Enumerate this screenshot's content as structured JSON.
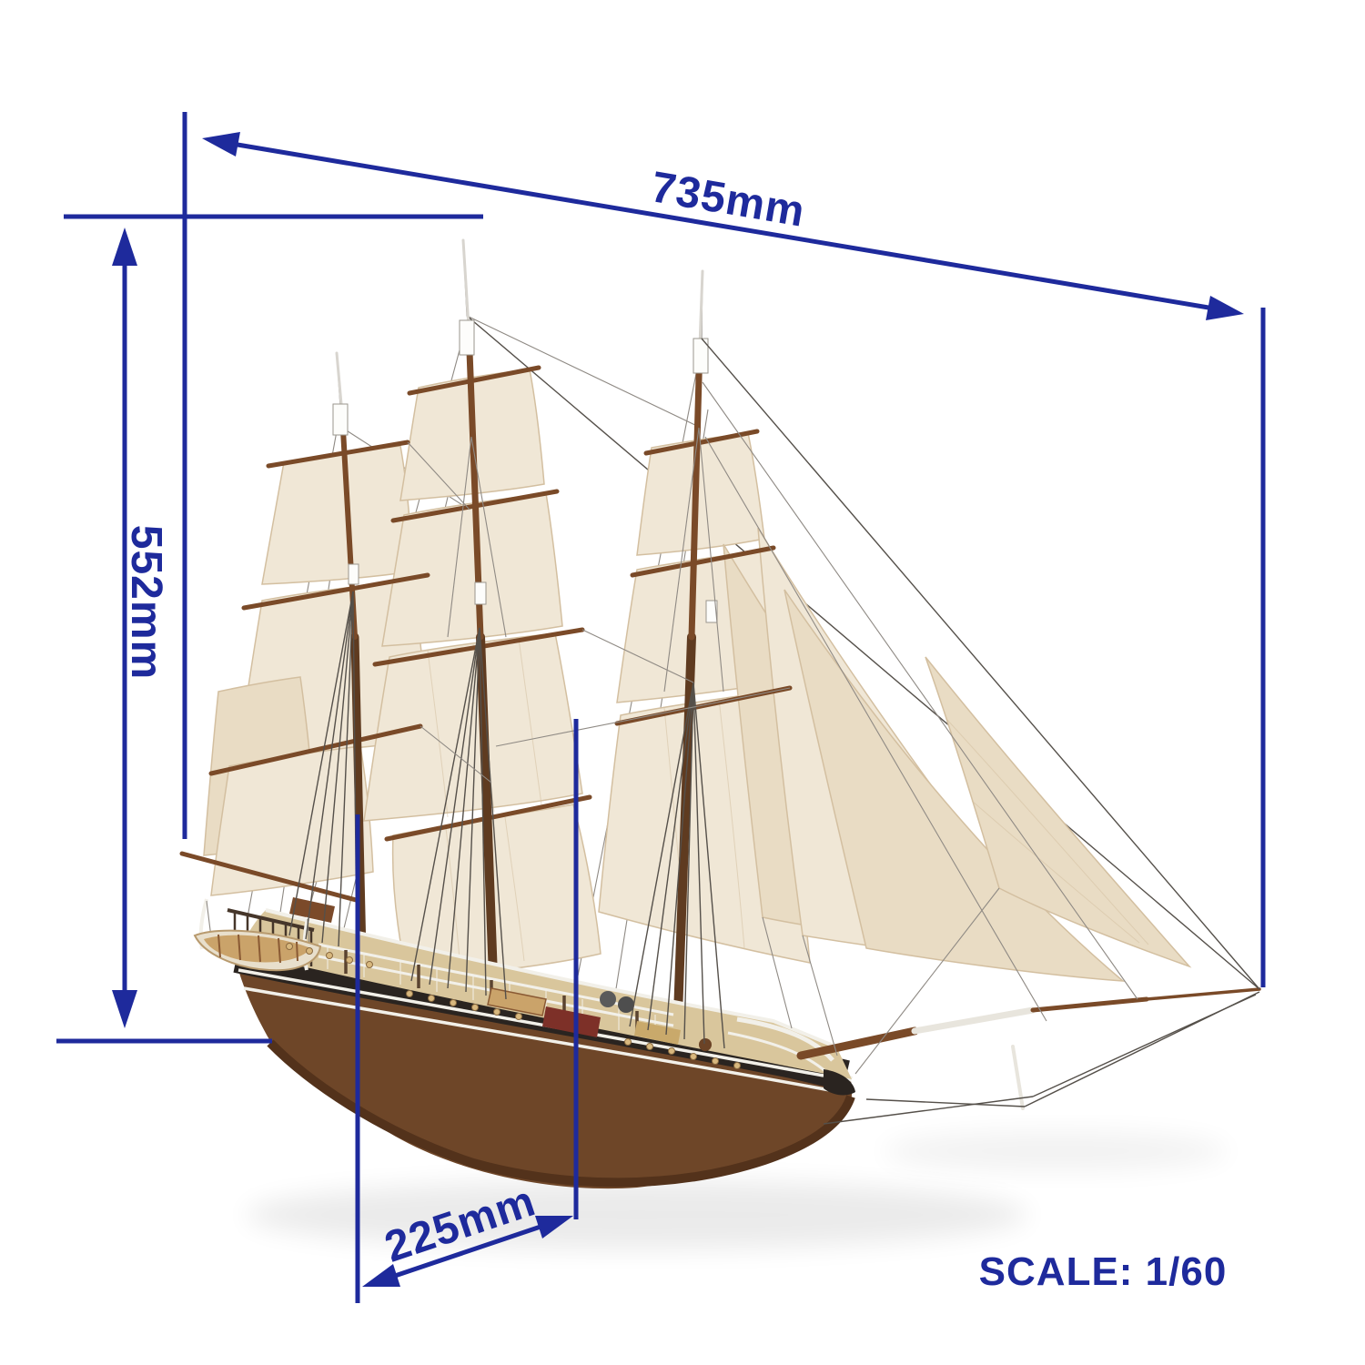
{
  "diagram": {
    "subject": "Three-masted wooden model sailing ship under full sail, shown with overall dimension arrows",
    "measurements": {
      "length": "735mm",
      "height": "552mm",
      "beam": "225mm"
    },
    "scale_label": "SCALE: 1/60"
  },
  "colors": {
    "accent": "#1e2a9c",
    "background": "#ffffff",
    "sail": "#f0e7d6",
    "sail-shade": "#e9dcc4",
    "sail-edge": "#d3bfa0",
    "wood": "#7a4a28",
    "wood-dark": "#5f3b20",
    "hull": "#6e4628",
    "hull-dark": "#53321b",
    "hull-band": "#2a2420",
    "white-trim": "#f2f0e9",
    "deck": "#d9c69c",
    "rigging": "#8f8a84",
    "rigging-dark": "#55504a",
    "deckhouse-red": "#7d3028"
  }
}
